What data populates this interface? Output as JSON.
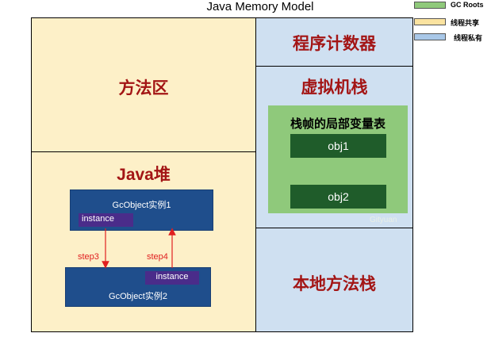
{
  "title": "Java Memory Model",
  "legend": [
    {
      "label": "GC Roots",
      "color": "#8fc97b"
    },
    {
      "label": "线程共享",
      "color": "#fbe3a0"
    },
    {
      "label": "线程私有",
      "color": "#a9c8e8"
    }
  ],
  "regions": {
    "method_area": "方法区",
    "java_heap": "Java堆",
    "program_counter": "程序计数器",
    "vm_stack": "虚拟机栈",
    "native_stack": "本地方法栈"
  },
  "stack_frame": {
    "title": "栈帧的局部变量表",
    "vars": [
      "obj1",
      "obj2"
    ],
    "watermark": "Gityuan"
  },
  "heap_objects": {
    "obj1_label": "GcObject实例1",
    "obj2_label": "GcObject实例2",
    "field": "instance"
  },
  "steps": {
    "step3": "step3",
    "step4": "step4"
  },
  "colors": {
    "shared": "#fdf0c8",
    "private": "#cfe0f1",
    "gc_roots": "#8fc97b",
    "object": "#1f4e8c",
    "instance": "#4a2c8a",
    "variable": "#1f5c2a",
    "accent": "#a31515",
    "arrow": "#e02020"
  }
}
